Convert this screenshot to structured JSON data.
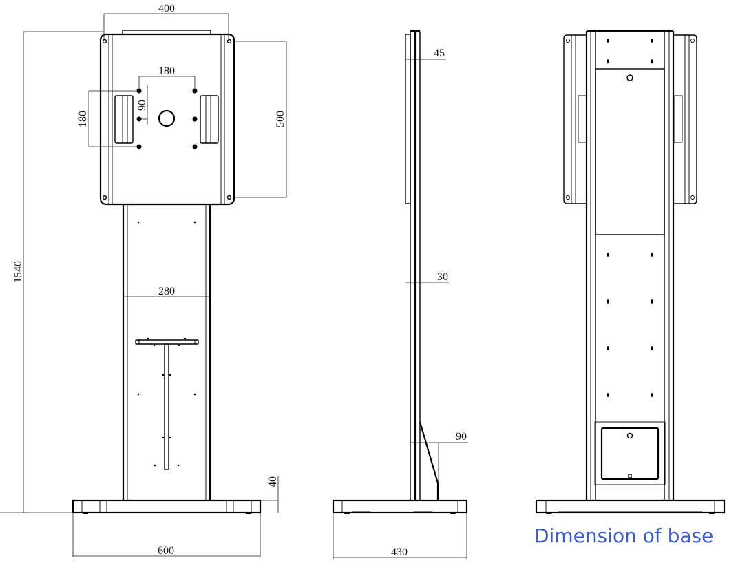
{
  "front_view": {
    "dims": {
      "panel_width": "400",
      "panel_height": "500",
      "vesa_horizontal": "180",
      "vesa_vertical_small": "90",
      "vesa_vertical_large": "180",
      "total_height": "1540",
      "column_width": "280",
      "base_width": "600",
      "base_height": "40"
    }
  },
  "side_view": {
    "dims": {
      "panel_depth": "45",
      "column_depth": "30",
      "brace_depth": "90",
      "base_depth": "430"
    }
  },
  "rear_view": {
    "caption": "Dimension of base"
  },
  "colors": {
    "line": "#000000",
    "caption": "#3a5bd0"
  }
}
